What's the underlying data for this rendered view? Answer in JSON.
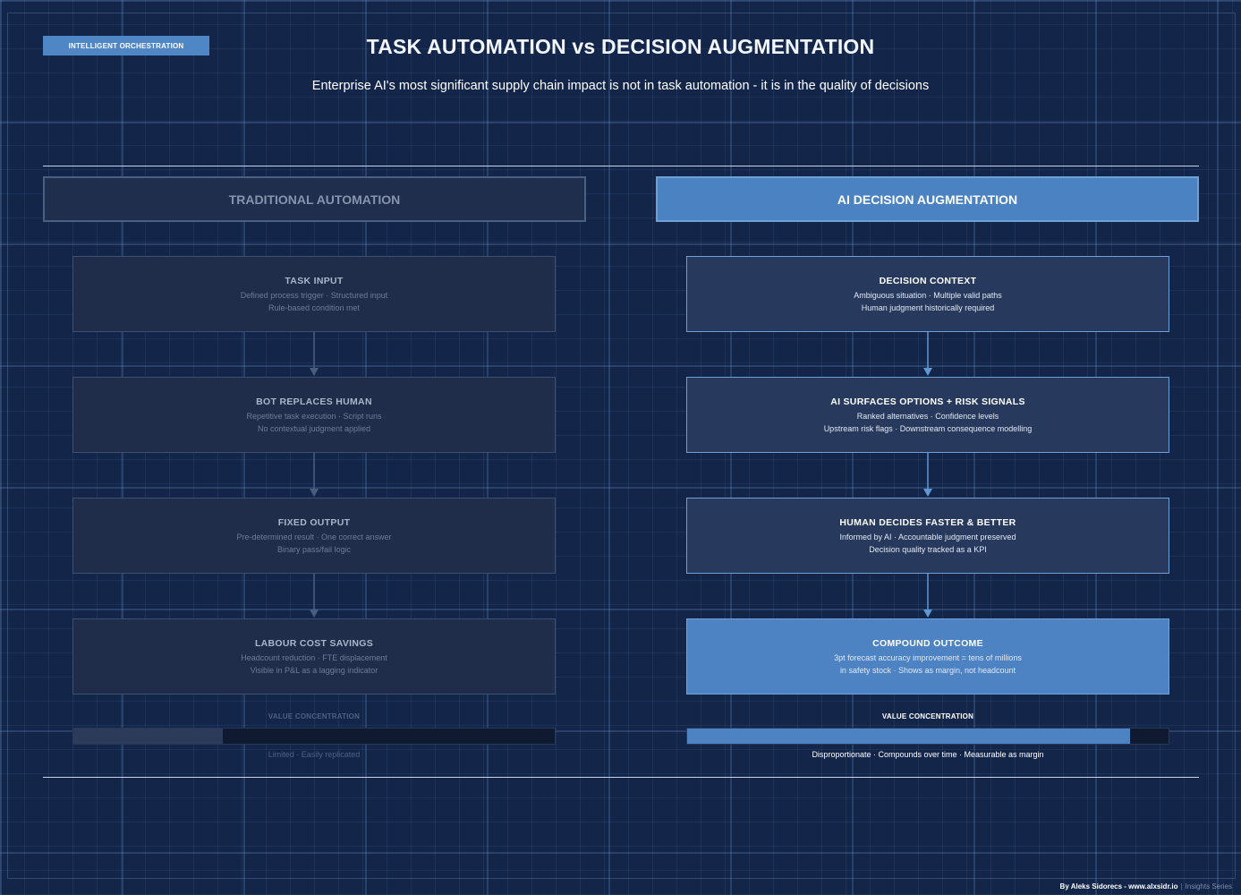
{
  "tag": "INTELLIGENT ORCHESTRATION",
  "title": "TASK AUTOMATION vs DECISION AUGMENTATION",
  "subtitle": "Enterprise AI's most significant supply chain impact is not in task automation - it is in the quality of decisions",
  "left": {
    "header": "TRADITIONAL AUTOMATION",
    "cards": [
      {
        "title": "TASK INPUT",
        "line1": "Defined process trigger · Structured input",
        "line2": "Rule-based condition met"
      },
      {
        "title": "BOT REPLACES HUMAN",
        "line1": "Repetitive task execution · Script runs",
        "line2": "No contextual judgment applied"
      },
      {
        "title": "FIXED OUTPUT",
        "line1": "Pre-determined result · One correct answer",
        "line2": "Binary pass/fail logic"
      },
      {
        "title": "LABOUR COST SAVINGS",
        "line1": "Headcount reduction · FTE displacement",
        "line2": "Visible in P&L as a lagging indicator"
      }
    ],
    "value_label": "VALUE CONCENTRATION",
    "value_fraction": 0.31,
    "value_caption": "Limited · Easily replicated"
  },
  "right": {
    "header": "AI DECISION AUGMENTATION",
    "cards": [
      {
        "title": "DECISION CONTEXT",
        "line1": "Ambiguous situation · Multiple valid paths",
        "line2": "Human judgment historically required"
      },
      {
        "title": "AI SURFACES OPTIONS + RISK SIGNALS",
        "line1": "Ranked alternatives · Confidence levels",
        "line2": "Upstream risk flags · Downstream consequence modelling"
      },
      {
        "title": "HUMAN DECIDES FASTER & BETTER",
        "line1": "Informed by AI · Accountable judgment preserved",
        "line2": "Decision quality tracked as a KPI"
      },
      {
        "title": "COMPOUND OUTCOME",
        "line1": "3pt forecast accuracy improvement = tens of millions",
        "line2": "in safety stock · Shows as margin, not headcount"
      }
    ],
    "value_label": "VALUE CONCENTRATION",
    "value_fraction": 0.92,
    "value_caption": "Disproportionate · Compounds over time · Measurable as margin"
  },
  "credit": {
    "author": "By Aleks Sidorecs - www.alxsidr.io",
    "separator": "|",
    "series": "Insights Series"
  },
  "colors": {
    "background": "#13264a",
    "accent": "#4d83c3",
    "muted_card": "#1f2c4a"
  }
}
